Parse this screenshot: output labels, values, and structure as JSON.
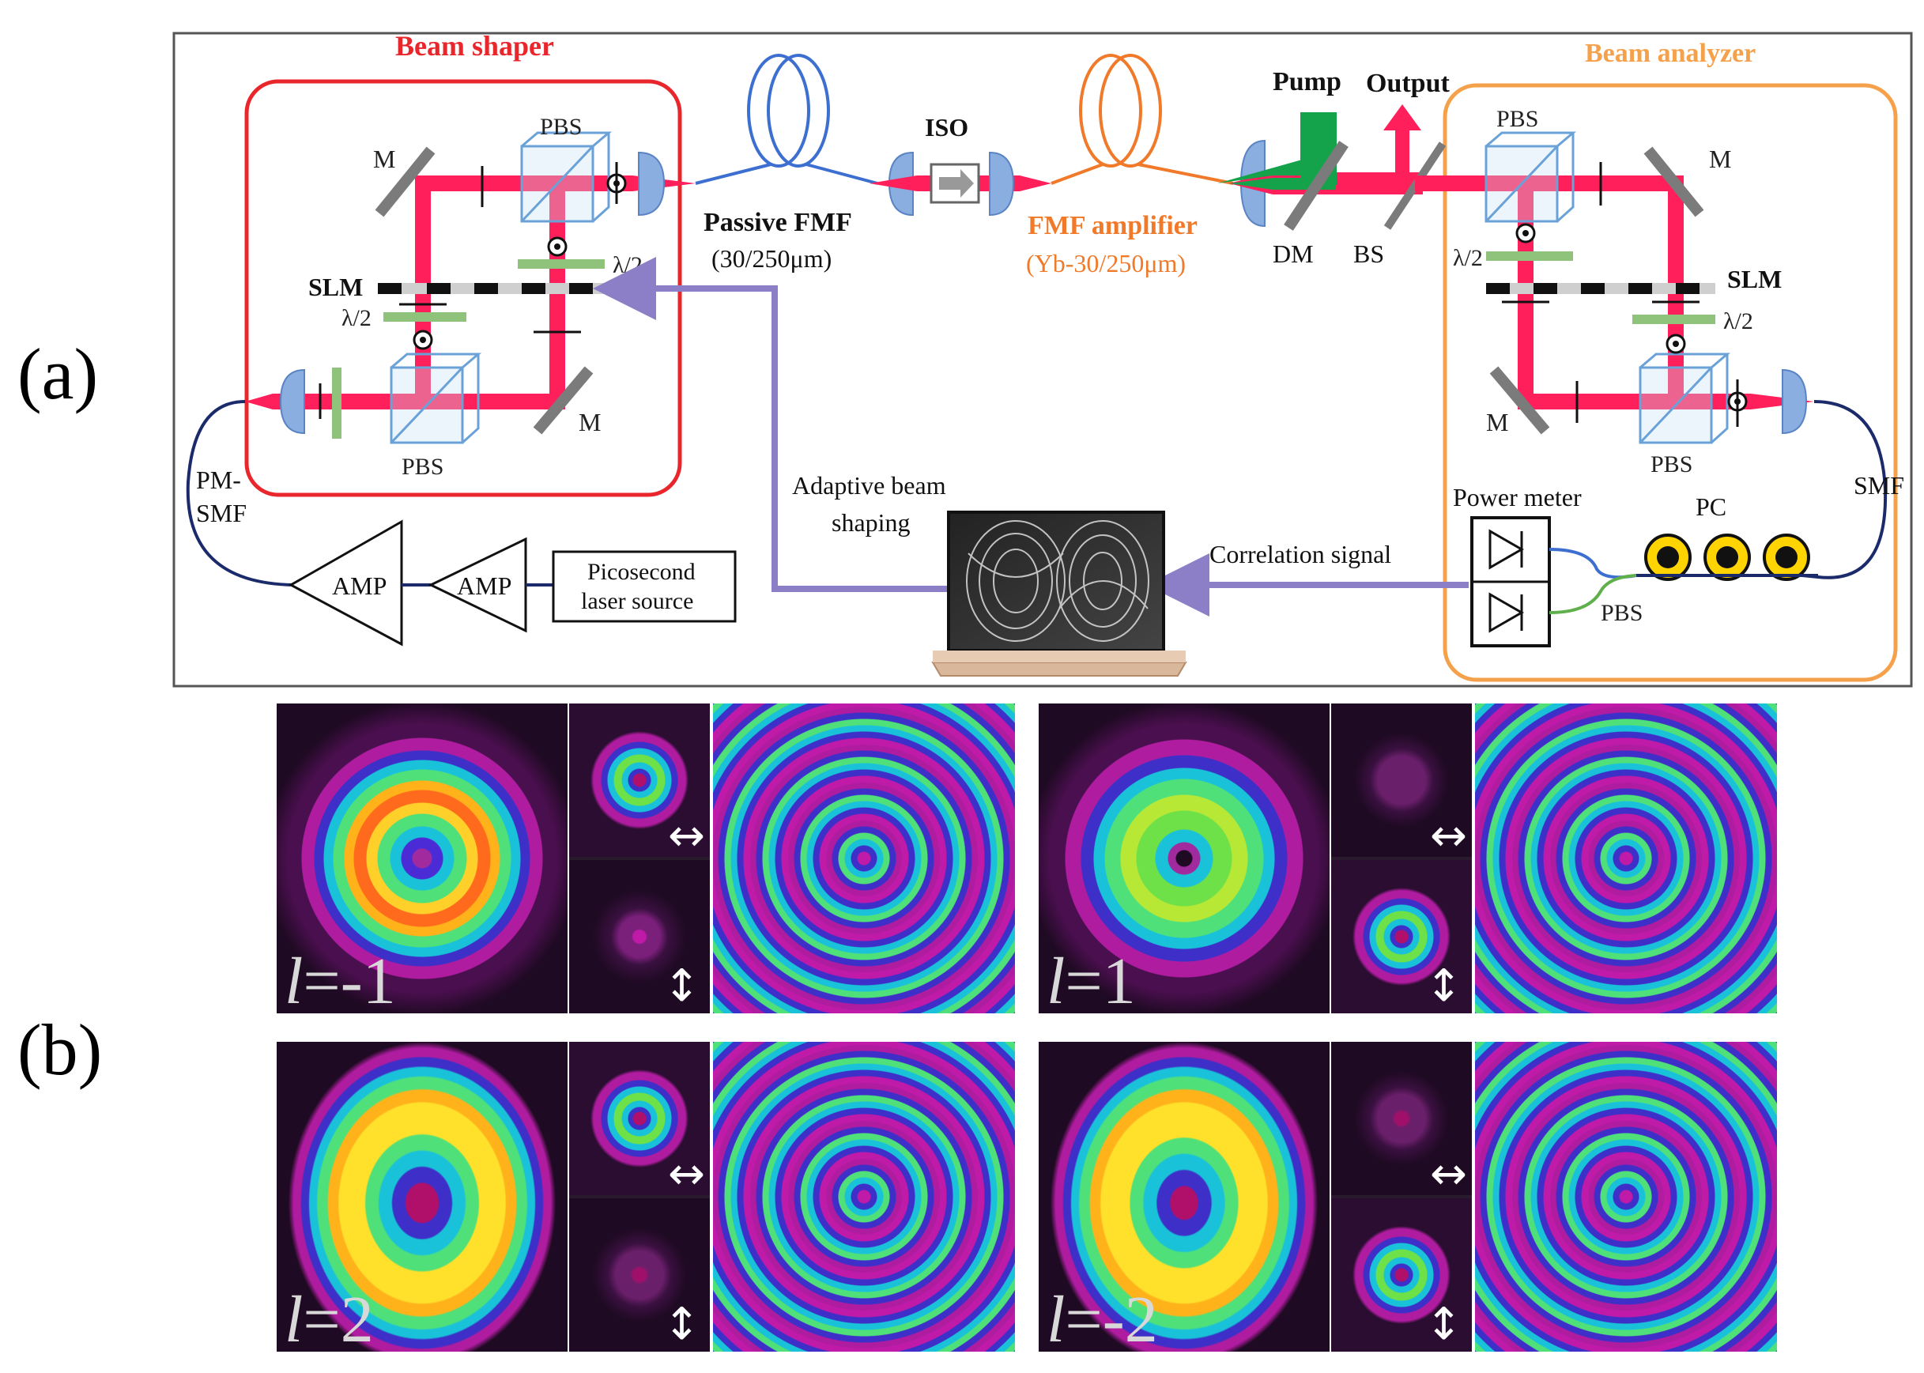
{
  "panels": {
    "a": "(a)",
    "b": "(b)"
  },
  "setup": {
    "beam_shaper_title": "Beam shaper",
    "beam_analyzer_title": "Beam analyzer",
    "mirror": "M",
    "pbs": "PBS",
    "slm": "SLM",
    "half_wave": "λ/2",
    "passive_fmf": "Passive FMF",
    "passive_fmf_spec": "(30/250μm)",
    "iso": "ISO",
    "fmf_amplifier": "FMF amplifier",
    "fmf_amplifier_spec": "(Yb-30/250μm)",
    "pump": "Pump",
    "output": "Output",
    "dm": "DM",
    "bs": "BS",
    "pm_smf_1": "PM-",
    "pm_smf_2": "SMF",
    "amp": "AMP",
    "laser_source_1": "Picosecond",
    "laser_source_2": "laser source",
    "adaptive_1": "Adaptive beam",
    "adaptive_2": "shaping",
    "correlation": "Correlation signal",
    "power_meter": "Power meter",
    "pc": "PC",
    "smf": "SMF",
    "colors": {
      "beam": "#ff1f5a",
      "shaper_box": "#e8262b",
      "analyzer_box": "#f5a04a",
      "fiber_blue": "#3d6fd1",
      "fiber_orange": "#f07a2a",
      "signal": "#8c7fc7",
      "plate": "#8fc27a",
      "pump": "#14a34b"
    }
  },
  "modes": [
    {
      "label": "l=-1",
      "italic_letter": "l",
      "value": "=-1"
    },
    {
      "label": "l=1",
      "italic_letter": "l",
      "value": "=1"
    },
    {
      "label": "l=2",
      "italic_letter": "l",
      "value": "=2"
    },
    {
      "label": "l=-2",
      "italic_letter": "l",
      "value": "=-2"
    }
  ],
  "polarization_arrows": {
    "horizontal": "↔",
    "vertical": "↕"
  }
}
